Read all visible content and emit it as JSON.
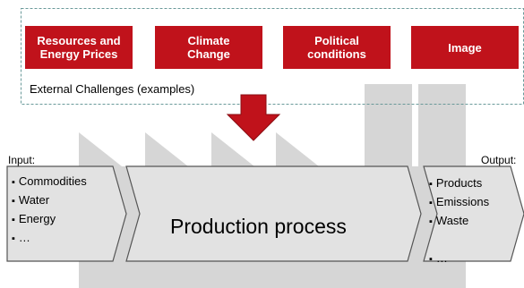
{
  "external": {
    "caption": "External Challenges (examples)",
    "challenges": [
      "Resources and\nEnergy Prices",
      "Climate\nChange",
      "Political\nconditions",
      "Image"
    ]
  },
  "input": {
    "label": "Input:",
    "items": [
      "Commodities",
      "Water",
      "Energy",
      "…"
    ]
  },
  "process": {
    "label": "Production process"
  },
  "output": {
    "label": "Output:",
    "items": [
      "Products",
      "Emissions",
      "Waste",
      "",
      "…"
    ]
  },
  "colors": {
    "challenge_box": "#c0121b",
    "arrow": "#c0121b",
    "factory_silhouette": "#d6d6d6",
    "chevron_fill": "#e2e2e2",
    "chevron_stroke": "#555555",
    "dashed_border": "#6a9a9a"
  }
}
